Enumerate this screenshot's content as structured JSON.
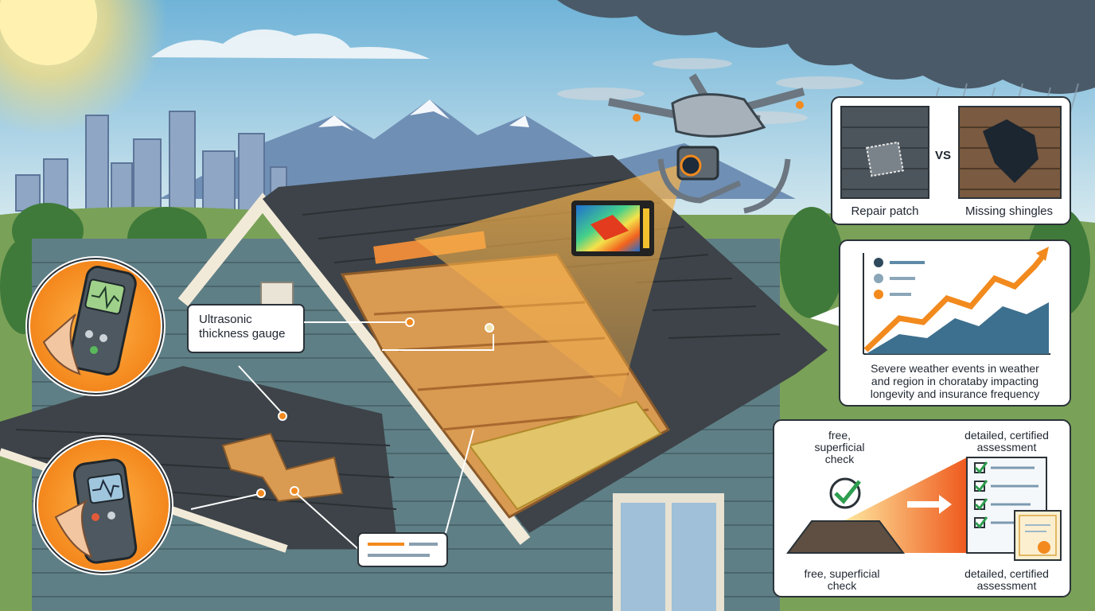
{
  "labels": {
    "gauge": [
      "Ultrasonic",
      "thickness gauge"
    ],
    "compare_left": "Repair patch",
    "compare_vs": "VS",
    "compare_right": "Missing shingles",
    "weather": [
      "Severe weather events in weather",
      "and region in chorataby impacting",
      "longevity and insurance frequency"
    ],
    "check_top_left": [
      "free,",
      "superficial",
      "check"
    ],
    "check_top_right": [
      "detailed, certified",
      "assessment"
    ],
    "check_bottom_left": [
      "free, superficial",
      "check"
    ],
    "check_bottom_right": [
      "detailed, certified",
      "assessment"
    ]
  },
  "colors": {
    "sky_top": "#6fb3d8",
    "sky_bottom": "#d9ecf2",
    "siding": "#5f7f86",
    "shingle": "#3d4348",
    "wood": "#d99a52",
    "accent_orange": "#f28a1e",
    "check_green": "#2e9e4f",
    "chart_blue": "#3d6f8e"
  },
  "icons": [
    "sun-icon",
    "drone-icon",
    "thermal-camera-icon",
    "ultrasonic-gauge-icon",
    "checkmark-icon",
    "certificate-icon",
    "arrow-right-icon"
  ]
}
